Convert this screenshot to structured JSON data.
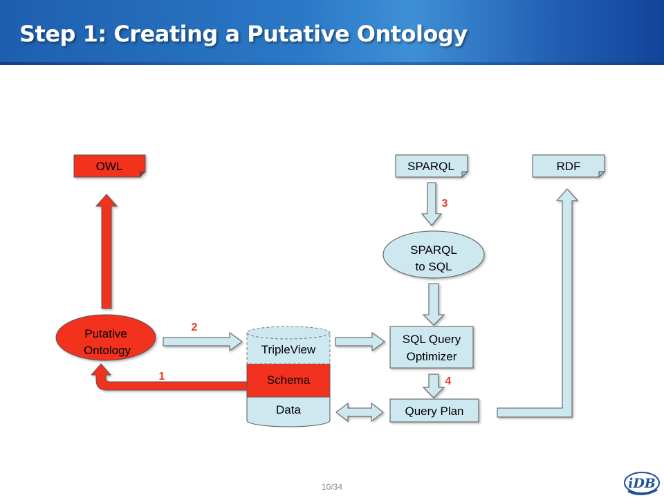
{
  "slide": {
    "title": "Step 1: Creating a Putative Ontology",
    "page_number": "10/34"
  },
  "diagram": {
    "documents": {
      "owl": "OWL",
      "sparql": "SPARQL",
      "rdf": "RDF"
    },
    "nodes": {
      "putative_ontology": [
        "Putative",
        "Ontology"
      ],
      "sparql_to_sql": [
        "SPARQL",
        "to SQL"
      ],
      "sql_query_optimizer": [
        "SQL Query",
        "Optimizer"
      ],
      "query_plan": "Query Plan"
    },
    "database": {
      "triple_view": "TripleView",
      "schema": "Schema",
      "data": "Data"
    },
    "steps": {
      "step1": "1",
      "step2": "2",
      "step3": "3",
      "step4": "4"
    },
    "colors": {
      "red": "#f2321e",
      "light_blue": "#cde8ef",
      "outline": "#555555"
    }
  },
  "logo": {
    "text": "iDB"
  }
}
